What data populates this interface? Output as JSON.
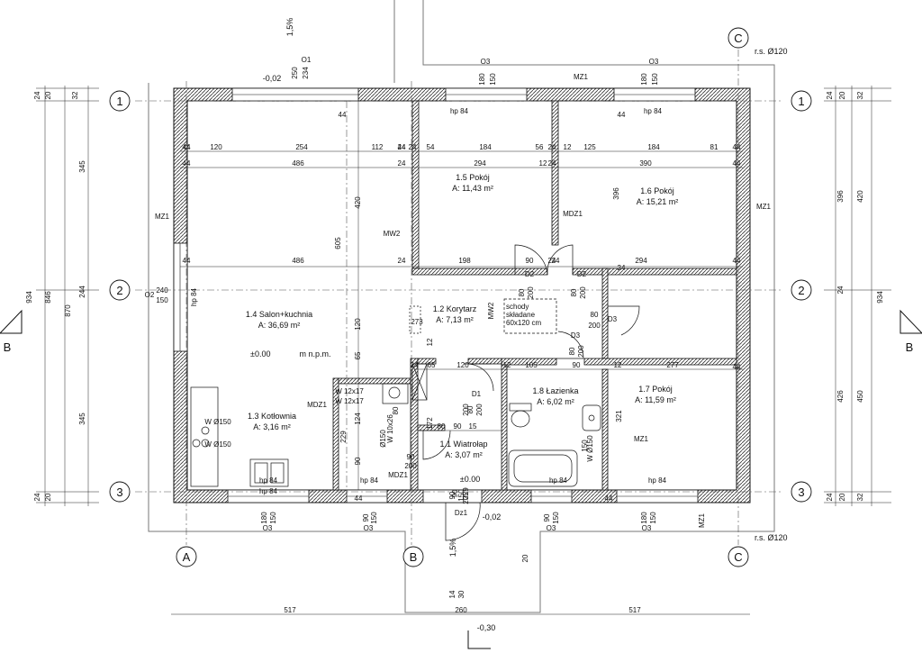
{
  "slope_top": "1,5%",
  "slope_bottom": "1,5%",
  "elev_top": "-0,02",
  "elev_floor": "±0.00",
  "elev_floor_suffix": "m n.p.m.",
  "elev_entry": "±0.00",
  "elev_entry2": "-0,02",
  "elev_bottom": "-0,30",
  "rs_top": "r.s. Ø120",
  "rs_bottom": "r.s. Ø120",
  "section_mark": "B",
  "grid_rows": [
    "1",
    "2",
    "3"
  ],
  "grid_cols": [
    "A",
    "B",
    "C"
  ],
  "rooms": [
    {
      "name": "1.4 Salon+kuchnia",
      "area": "A: 36,69 m²"
    },
    {
      "name": "1.5 Pokój",
      "area": "A: 11,43 m²"
    },
    {
      "name": "1.6 Pokój",
      "area": "A: 15,21 m²"
    },
    {
      "name": "1.2 Korytarz",
      "area": "A: 7,13 m²"
    },
    {
      "name": "1.3 Kotłownia",
      "area": "A: 3,16 m²"
    },
    {
      "name": "1.1 Wiatrołap",
      "area": "A: 3,07 m²"
    },
    {
      "name": "1.8 Łazienka",
      "area": "A: 6,02 m²"
    },
    {
      "name": "1.7 Pokój",
      "area": "A: 11,59 m²"
    }
  ],
  "wall_tags": [
    "MZ1",
    "MZ1",
    "MZ1",
    "MZ1",
    "MZ1",
    "MDZ1",
    "MDZ1",
    "MDZ1",
    "MW2",
    "MW2"
  ],
  "hp_labels": [
    "hp 84",
    "hp 84",
    "hp 84",
    "hp 84",
    "hp 84",
    "hp 84",
    "hp 84",
    "hp 84"
  ],
  "window_tags": [
    "O1",
    "O2",
    "O3",
    "O3",
    "O3",
    "O3",
    "O3",
    "O3",
    "D1",
    "D2",
    "D2",
    "D3",
    "D3",
    "Dz1"
  ],
  "note_stairs": [
    "schody",
    "składane",
    "60x120 cm"
  ],
  "fixture_labels": [
    "W Ø150",
    "W Ø150",
    "W Ø150",
    "W 12x17",
    "W 12x17",
    "W 10x26",
    "Ø150"
  ],
  "dims_top_row1": [
    "120",
    "254",
    "112",
    "24",
    "54",
    "184",
    "56",
    "12",
    "125",
    "184",
    "81"
  ],
  "dims_top_row2": [
    "486",
    "24",
    "294",
    "12",
    "390"
  ],
  "dims_mid_row": [
    "486",
    "24",
    "198",
    "90",
    "24",
    "294"
  ],
  "dims_corridor": [
    "24",
    "65",
    "120",
    "12",
    "105",
    "90",
    "12",
    "277"
  ],
  "dims_misc": [
    "44",
    "44",
    "44",
    "44",
    "44",
    "44",
    "44",
    "44",
    "44",
    "44",
    "44",
    "44",
    "44",
    "24",
    "24",
    "24",
    "24",
    "24",
    "420",
    "605",
    "396",
    "120",
    "65",
    "229",
    "124",
    "90",
    "172",
    "321",
    "80",
    "90",
    "15",
    "80",
    "200",
    "273",
    "12",
    "150",
    "80",
    "200",
    "80",
    "200",
    "80",
    "200",
    "80",
    "200",
    "80",
    "200",
    "90",
    "200",
    "90",
    "229",
    "205",
    "20",
    "14",
    "30"
  ],
  "window_dims": [
    "250",
    "234",
    "180",
    "150",
    "180",
    "150",
    "180",
    "150",
    "90",
    "150",
    "90",
    "150",
    "90",
    "150",
    "180",
    "150",
    "240",
    "150"
  ],
  "dims_left": [
    "24",
    "20",
    "32",
    "345",
    "244",
    "345",
    "846",
    "870",
    "934",
    "24",
    "20"
  ],
  "dims_right": [
    "24",
    "20",
    "32",
    "396",
    "24",
    "426",
    "420",
    "450",
    "934",
    "32",
    "24",
    "20"
  ],
  "dims_bottom": [
    "517",
    "260",
    "517"
  ]
}
